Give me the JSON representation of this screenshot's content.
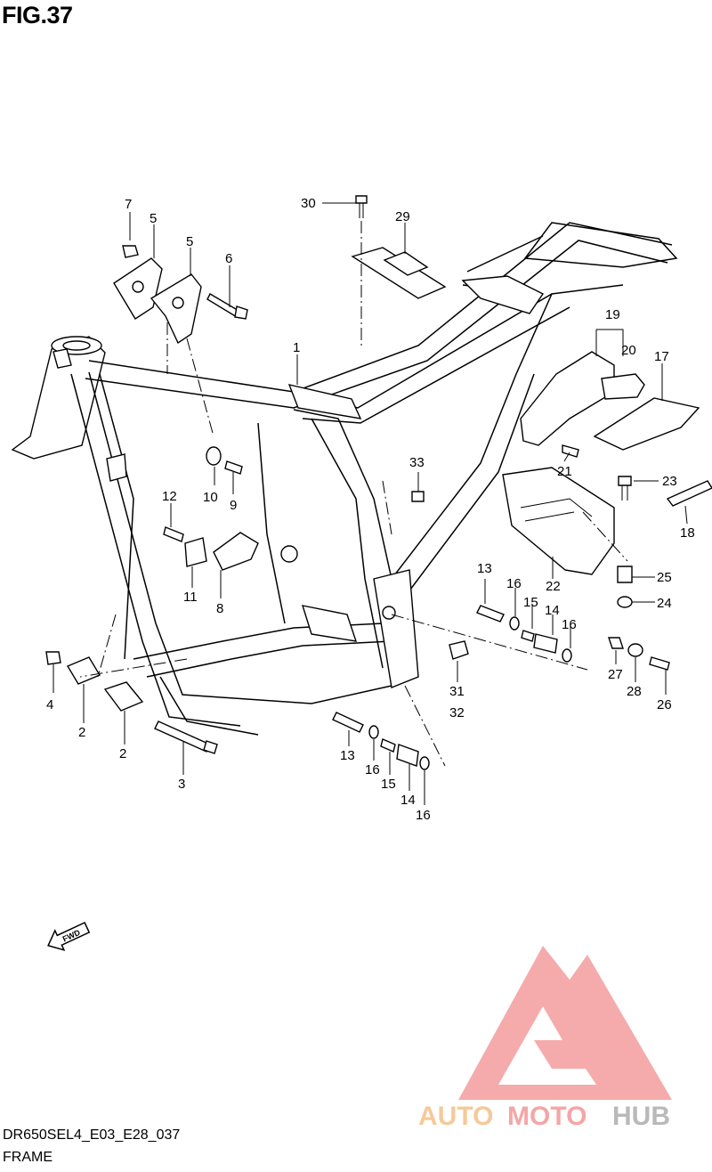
{
  "figure": {
    "title": "FIG.37",
    "code": "DR650SEL4_E03_E28_037",
    "caption": "FRAME"
  },
  "callouts": [
    {
      "id": "c7",
      "text": "7"
    },
    {
      "id": "c5a",
      "text": "5"
    },
    {
      "id": "c5b",
      "text": "5"
    },
    {
      "id": "c6",
      "text": "6"
    },
    {
      "id": "c30",
      "text": "30"
    },
    {
      "id": "c29",
      "text": "29"
    },
    {
      "id": "c1",
      "text": "1"
    },
    {
      "id": "c19",
      "text": "19"
    },
    {
      "id": "c20",
      "text": "20"
    },
    {
      "id": "c17",
      "text": "17"
    },
    {
      "id": "c21",
      "text": "21"
    },
    {
      "id": "c23",
      "text": "23"
    },
    {
      "id": "c18",
      "text": "18"
    },
    {
      "id": "c33",
      "text": "33"
    },
    {
      "id": "c10",
      "text": "10"
    },
    {
      "id": "c9",
      "text": "9"
    },
    {
      "id": "c12",
      "text": "12"
    },
    {
      "id": "c11",
      "text": "11"
    },
    {
      "id": "c8",
      "text": "8"
    },
    {
      "id": "c25",
      "text": "25"
    },
    {
      "id": "c22",
      "text": "22"
    },
    {
      "id": "c24",
      "text": "24"
    },
    {
      "id": "c13a",
      "text": "13"
    },
    {
      "id": "c16a",
      "text": "16"
    },
    {
      "id": "c15a",
      "text": "15"
    },
    {
      "id": "c14a",
      "text": "14"
    },
    {
      "id": "c16b",
      "text": "16"
    },
    {
      "id": "c27",
      "text": "27"
    },
    {
      "id": "c28",
      "text": "28"
    },
    {
      "id": "c26",
      "text": "26"
    },
    {
      "id": "c4",
      "text": "4"
    },
    {
      "id": "c31",
      "text": "31"
    },
    {
      "id": "c32",
      "text": "32"
    },
    {
      "id": "c2a",
      "text": "2"
    },
    {
      "id": "c2b",
      "text": "2"
    },
    {
      "id": "c3",
      "text": "3"
    },
    {
      "id": "c13b",
      "text": "13"
    },
    {
      "id": "c16c",
      "text": "16"
    },
    {
      "id": "c15b",
      "text": "15"
    },
    {
      "id": "c14b",
      "text": "14"
    },
    {
      "id": "c16d",
      "text": "16"
    }
  ],
  "fwd_marker": "FWD",
  "watermark": {
    "part1": "AUTO",
    "part2": "MOTO",
    "part3": "HUB",
    "color_primary": "#f4a6a6",
    "color_secondary": "#f6c99a",
    "color_tertiary": "#b9b9b9"
  }
}
